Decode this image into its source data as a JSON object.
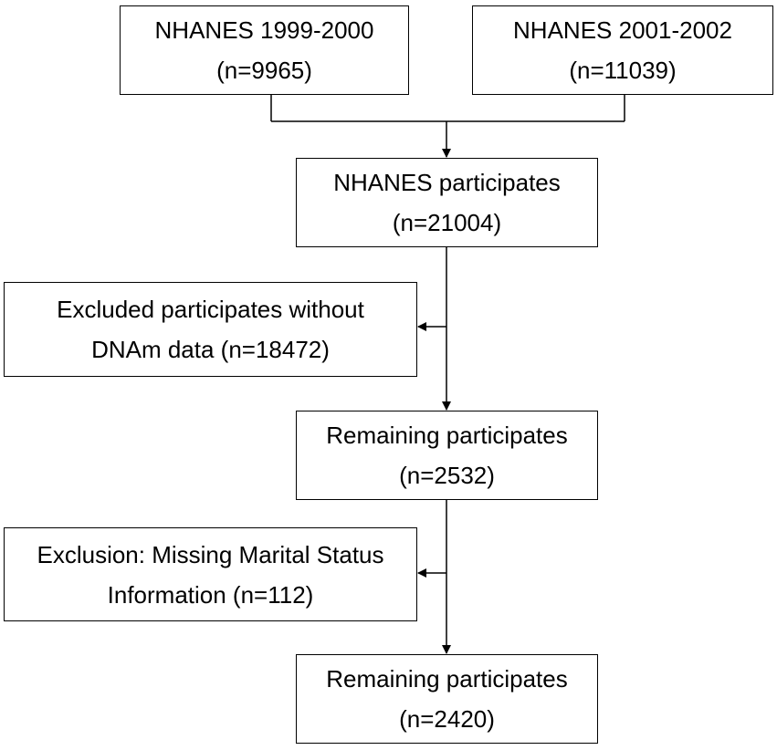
{
  "boxes": {
    "nhanes_1999": {
      "line1": "NHANES 1999-2000",
      "line2": "(n=9965)"
    },
    "nhanes_2001": {
      "line1": "NHANES 2001-2002",
      "line2": "(n=11039)"
    },
    "participants": {
      "line1": "NHANES participates",
      "line2": "(n=21004)"
    },
    "excluded_dnam": {
      "line1": "Excluded participates without",
      "line2": "DNAm data (n=18472)"
    },
    "remaining_1": {
      "line1": "Remaining participates",
      "line2": "(n=2532)"
    },
    "excluded_marital": {
      "line1": "Exclusion: Missing Marital Status",
      "line2": "Information (n=112)"
    },
    "remaining_2": {
      "line1": "Remaining participates",
      "line2": "(n=2420)"
    }
  },
  "colors": {
    "line": "#000000",
    "box_border": "#000000",
    "background": "#ffffff"
  }
}
